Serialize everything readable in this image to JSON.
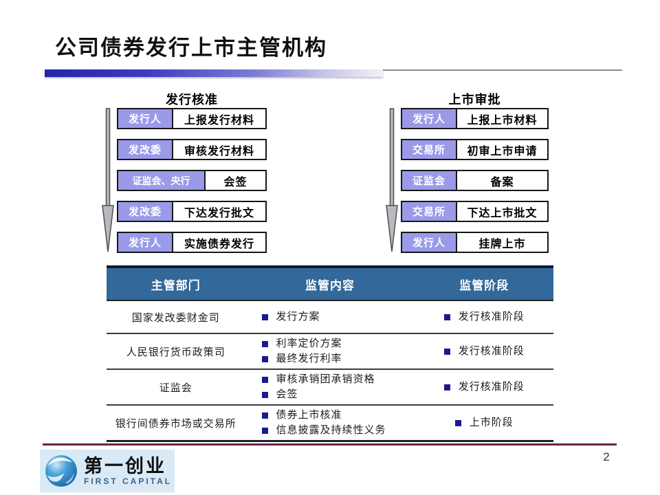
{
  "slide": {
    "title": "公司债券发行上市主管机构",
    "page_number": "2"
  },
  "flowcharts": [
    {
      "title": "发行核准",
      "steps": [
        {
          "actor": "发行人",
          "action": "上报发行材料"
        },
        {
          "actor": "发改委",
          "action": "审核发行材料"
        },
        {
          "actor": "证监会、央行",
          "action": "会签"
        },
        {
          "actor": "发改委",
          "action": "下达发行批文"
        },
        {
          "actor": "发行人",
          "action": "实施债券发行"
        }
      ]
    },
    {
      "title": "上市审批",
      "steps": [
        {
          "actor": "发行人",
          "action": "上报上市材料"
        },
        {
          "actor": "交易所",
          "action": "初审上市申请"
        },
        {
          "actor": "证监会",
          "action": "备案"
        },
        {
          "actor": "交易所",
          "action": "下达上市批文"
        },
        {
          "actor": "发行人",
          "action": "挂牌上市"
        }
      ]
    }
  ],
  "table": {
    "headers": [
      "主管部门",
      "监管内容",
      "监管阶段"
    ],
    "rows": [
      {
        "department": "国家发改委财金司",
        "content": [
          "发行方案"
        ],
        "stage": [
          "发行核准阶段"
        ]
      },
      {
        "department": "人民银行货币政策司",
        "content": [
          "利率定价方案",
          "最终发行利率"
        ],
        "stage": [
          "发行核准阶段"
        ]
      },
      {
        "department": "证监会",
        "content": [
          "审核承销团承销资格",
          "会签"
        ],
        "stage": [
          "发行核准阶段"
        ]
      },
      {
        "department": "银行间债券市场或交易所",
        "content": [
          "债券上市核准",
          "信息披露及持续性义务"
        ],
        "stage": [
          "上市阶段"
        ]
      }
    ]
  },
  "footer": {
    "logo_cn": "第一创业",
    "logo_en": "FIRST CAPITAL"
  },
  "colors": {
    "actor_box": "#9a9ae8",
    "table_header": "#33689b",
    "bullet": "#1a1a8e",
    "divider_blue": "#2424ae",
    "maroon_line": "#6e2244"
  }
}
